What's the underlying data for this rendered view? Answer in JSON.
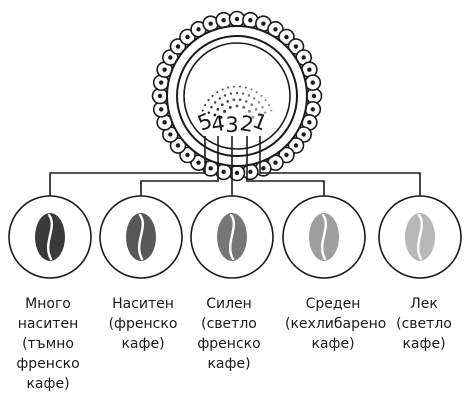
{
  "dial": {
    "numbers": [
      "5",
      "4",
      "3",
      "2",
      "1"
    ]
  },
  "roasts": [
    {
      "lines": [
        "Много",
        "наситен",
        "(тъмно",
        "френско",
        "кафе)"
      ],
      "bean_color": "#3a3a3a"
    },
    {
      "lines": [
        "Наситен",
        "(френско",
        "кафе)"
      ],
      "bean_color": "#585858"
    },
    {
      "lines": [
        "Силен",
        "(светло",
        "френско",
        "кафе)"
      ],
      "bean_color": "#767676"
    },
    {
      "lines": [
        "Среден",
        "(кехлибарено",
        "кафе)"
      ],
      "bean_color": "#9e9e9e"
    },
    {
      "lines": [
        "Лек",
        "(светло",
        "кафе)"
      ],
      "bean_color": "#b8b8b8"
    }
  ],
  "colors": {
    "line": "#1a1a1a",
    "bean_groove": "#ffffff"
  }
}
